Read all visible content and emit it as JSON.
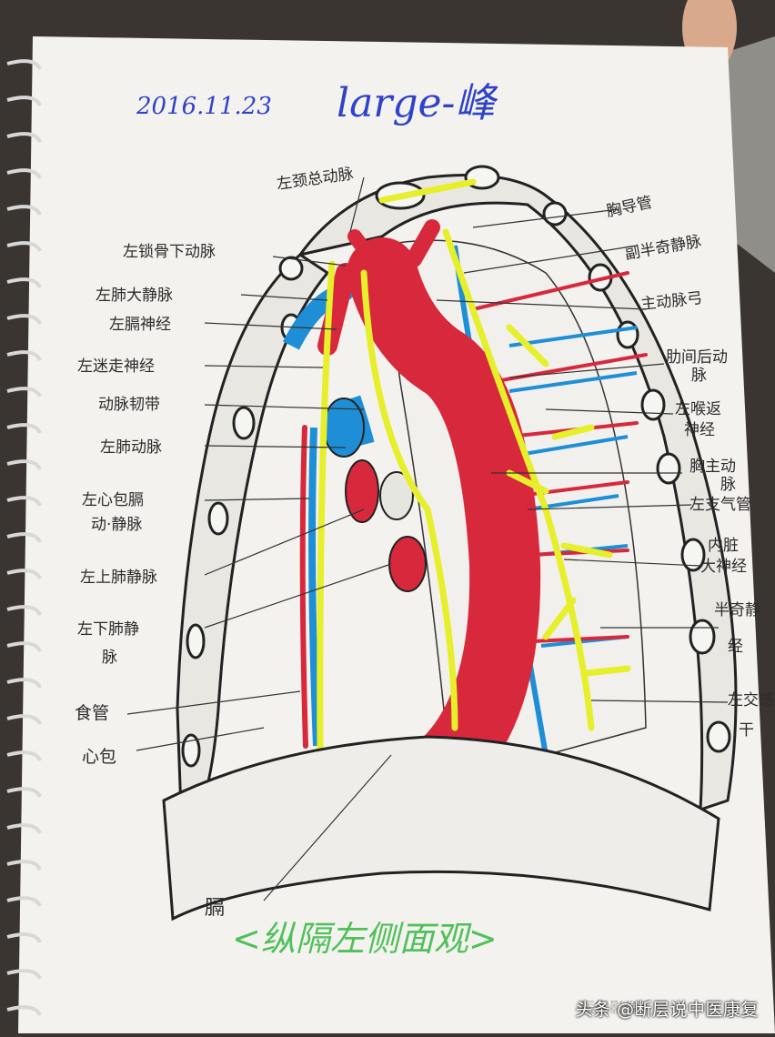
{
  "header": {
    "date": "2016.11.23",
    "author": "large-峰"
  },
  "caption": "<纵隔左侧面观>",
  "watermark": {
    "text": "头条 @断层说中医康复",
    "faint": "医学影像"
  },
  "labels_left": [
    "左颈总动脉",
    "左锁骨下动脉",
    "左肺大静脉",
    "左膈神经",
    "左迷走神经",
    "动脉韧带",
    "左肺动脉",
    "左心包膈",
    "动·静脉",
    "左上肺静脉",
    "左下肺静",
    "脉",
    "食管",
    "心包",
    "膈"
  ],
  "labels_right": [
    "胸导管",
    "副半奇静脉",
    "主动脉弓",
    "肋间后动",
    "脉",
    "左喉返",
    "神经",
    "胸主动",
    "脉",
    "左支气管",
    "内脏",
    "大神经",
    "半奇静",
    "经",
    "左交感",
    "干"
  ],
  "colors": {
    "artery": "#d8283c",
    "vein": "#1e8fd6",
    "nerve": "#e6ef2a",
    "ink": "#222222",
    "paper": "#f3f2ee"
  }
}
